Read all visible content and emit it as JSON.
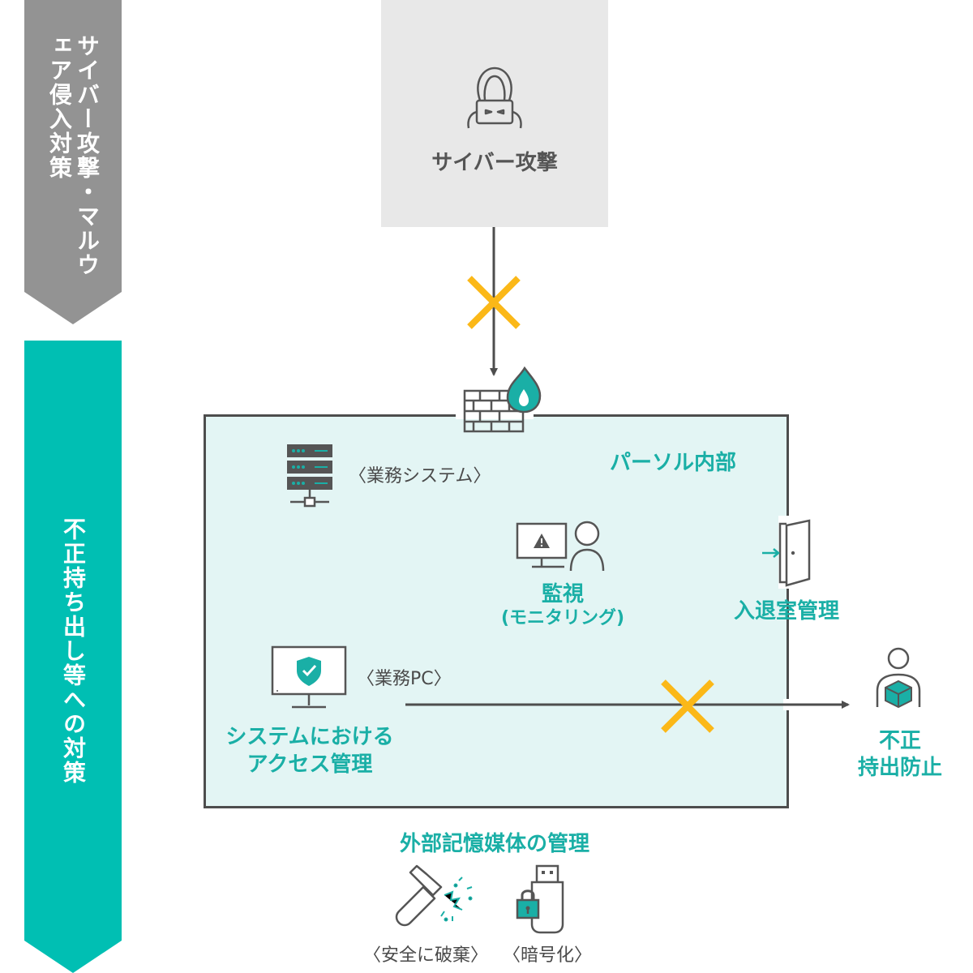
{
  "left_banners": {
    "top": {
      "text": "サイバー攻撃・マルウェア侵入対策",
      "color": "#939393"
    },
    "bottom": {
      "text": "不正持ち出し等への対策",
      "color": "#00bfb3"
    }
  },
  "cyber_attack": {
    "label": "サイバー攻撃"
  },
  "inside": {
    "title": "パーソル内部",
    "business_system": "〈業務システム〉",
    "monitoring": {
      "line1": "監視",
      "line2": "(モニタリング)"
    },
    "room_access": "入退室管理",
    "business_pc": "〈業務PC〉",
    "access_control": {
      "line1": "システムにおける",
      "line2": "アクセス管理"
    }
  },
  "prevention": {
    "line1": "不正",
    "line2": "持出防止"
  },
  "external_media": {
    "title": "外部記憶媒体の管理",
    "safe_disposal": "〈安全に破棄〉",
    "encryption": "〈暗号化〉"
  },
  "colors": {
    "teal": "#1aafa6",
    "block_x": "#fbb818",
    "dark_line": "#4d4d4d",
    "gray_banner": "#939393"
  },
  "icons": [
    "hacker-icon",
    "firewall-icon",
    "server-icon",
    "monitor-alert-icon",
    "person-icon",
    "door-icon",
    "pc-shield-icon",
    "person-box-icon",
    "hammer-icon",
    "usb-lock-icon",
    "block-x-icon"
  ]
}
